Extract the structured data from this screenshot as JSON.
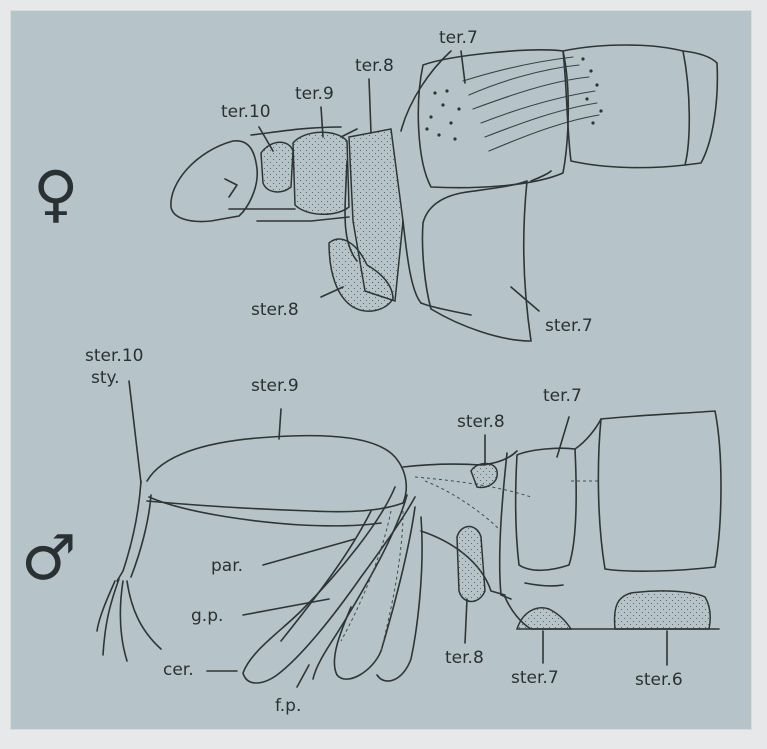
{
  "symbols": {
    "female": "♀",
    "male": "♂"
  },
  "female_labels": {
    "ter10": "ter.10",
    "ter9": "ter.9",
    "ter8": "ter.8",
    "ter7": "ter.7",
    "ster8": "ster.8",
    "ster7": "ster.7"
  },
  "male_labels": {
    "ster10": "ster.10",
    "sty": "sty.",
    "ster9": "ster.9",
    "ster8": "ster.8",
    "ter7": "ter.7",
    "par": "par.",
    "gp": "g.p.",
    "ter8": "ter.8",
    "cer": "cer.",
    "fp": "f.p.",
    "ster7": "ster.7",
    "ster6": "ster.6"
  },
  "colors": {
    "paper": "#b6c4c9",
    "ink": "#2e3538",
    "frame": "#e6e8e9"
  }
}
